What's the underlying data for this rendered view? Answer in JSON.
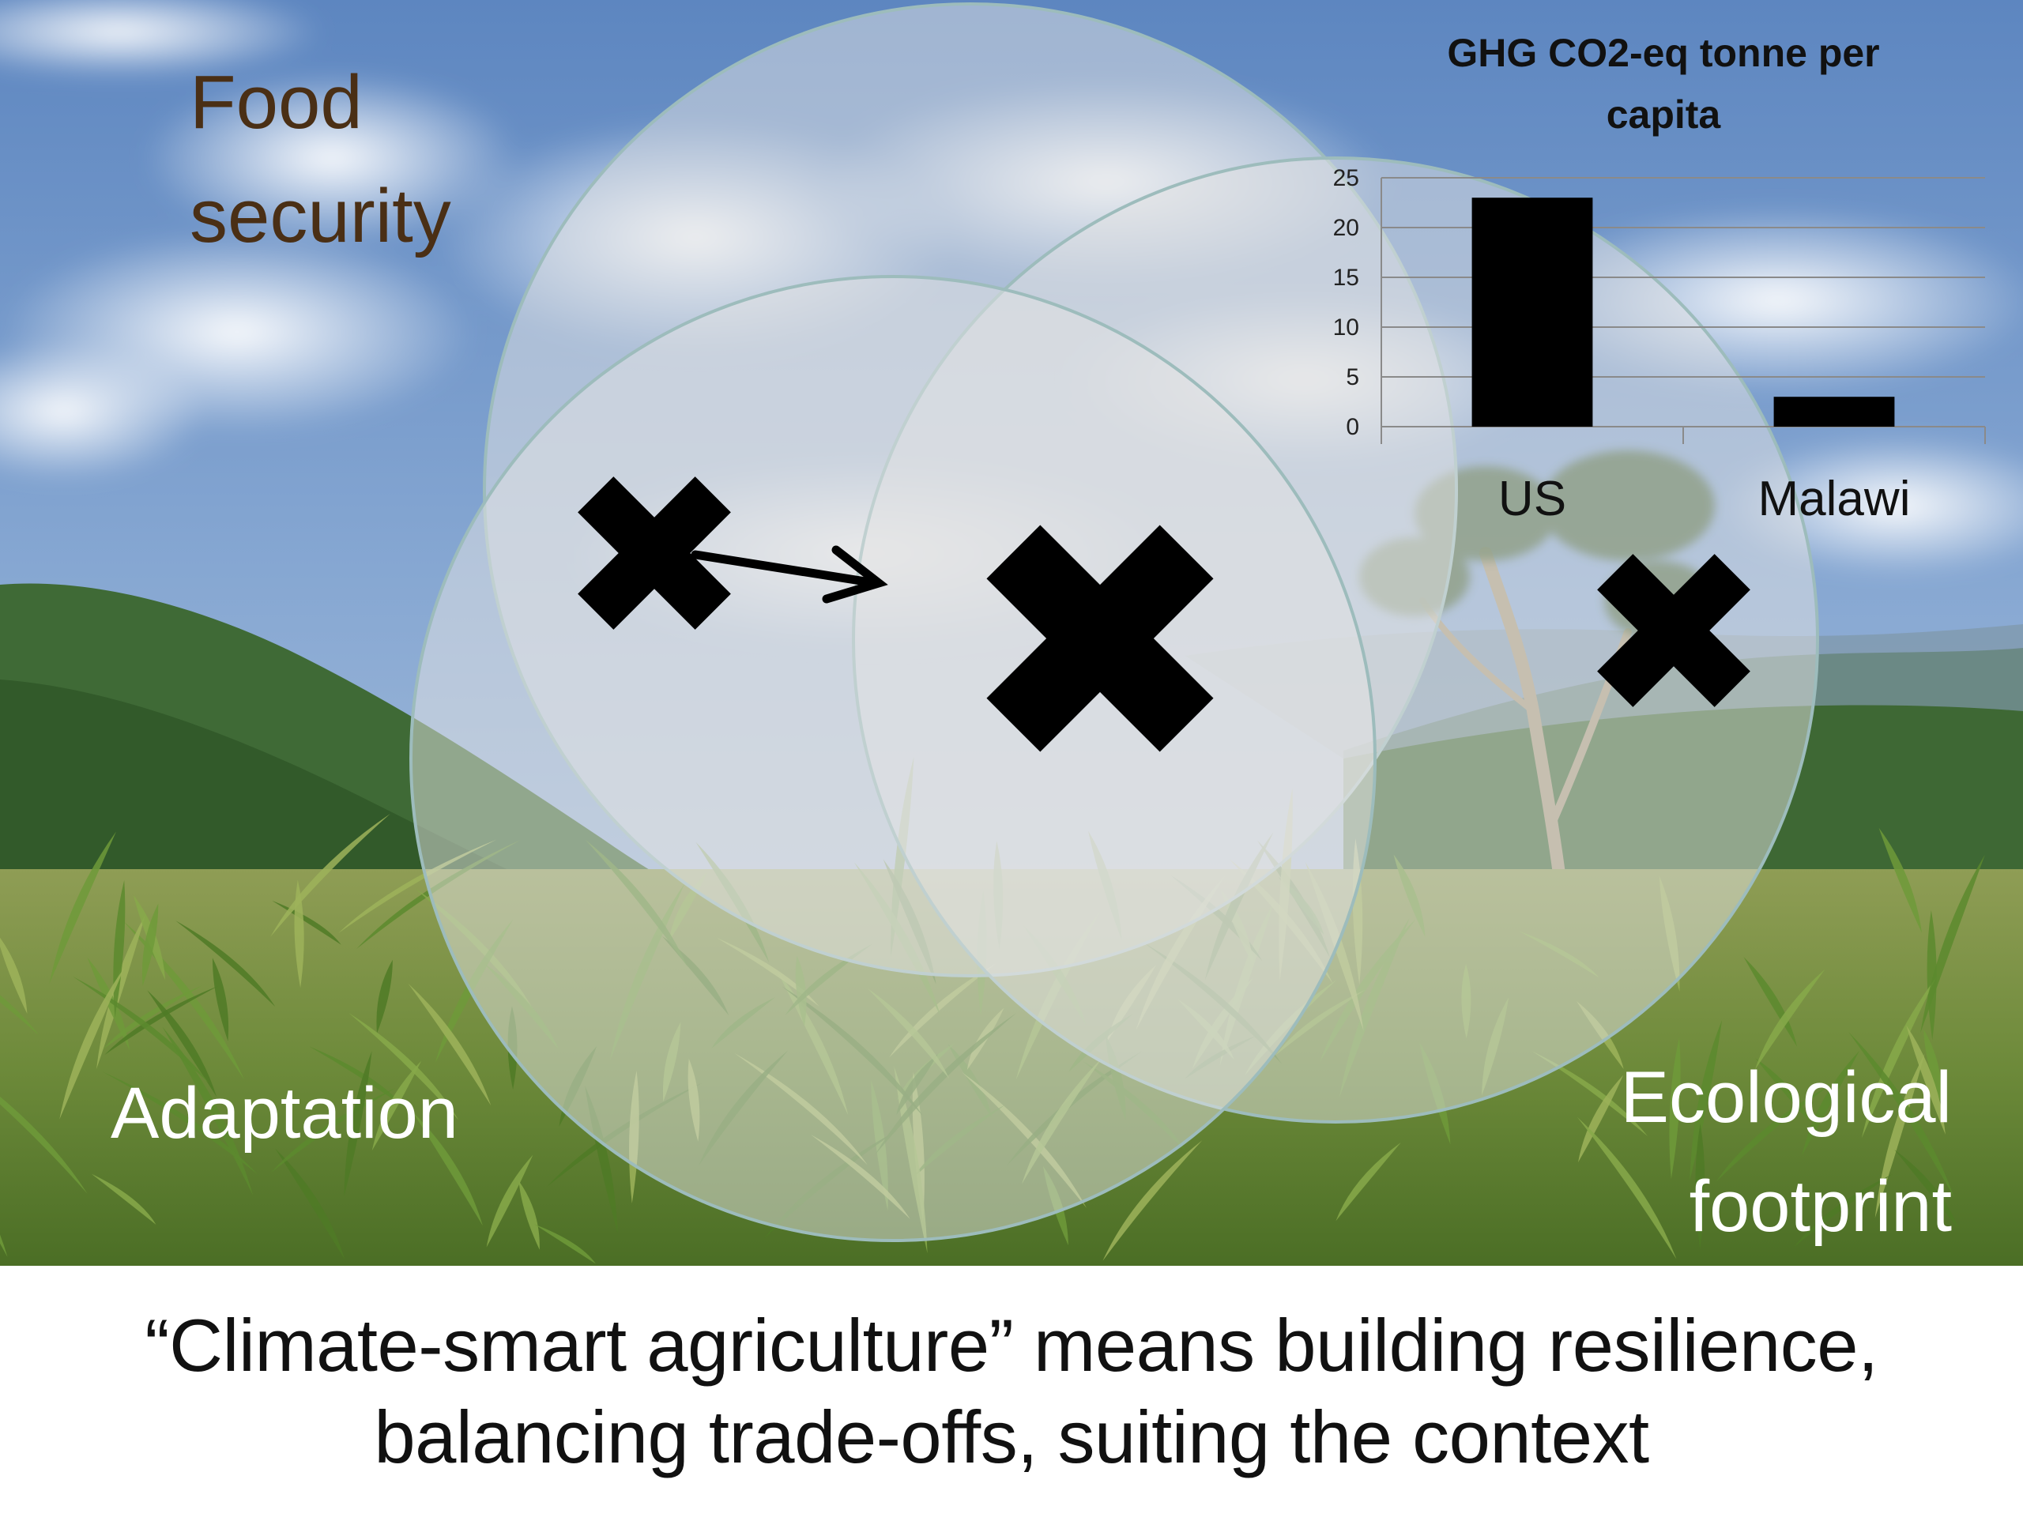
{
  "labels": {
    "food_security": [
      "Food",
      "security"
    ],
    "adaptation": "Adaptation",
    "ecological_footprint": [
      "Ecological",
      "footprint"
    ]
  },
  "caption": {
    "line1": "“Climate-smart agriculture” means building resilience,",
    "line2": "balancing trade-offs, suiting the context"
  },
  "colors": {
    "food_security_text": "#4a2f15",
    "white_label": "#ffffff",
    "marker": "#000000",
    "circle_stroke": "#9dbcbc"
  },
  "chart_data": {
    "type": "bar",
    "title_lines": [
      "GHG CO2-eq tonne per",
      "capita"
    ],
    "categories": [
      "US",
      "Malawi"
    ],
    "values": [
      23,
      3
    ],
    "ylim": [
      0,
      25
    ],
    "yticks": [
      "0",
      "5",
      "10",
      "15",
      "20",
      "25"
    ],
    "grid": true
  }
}
